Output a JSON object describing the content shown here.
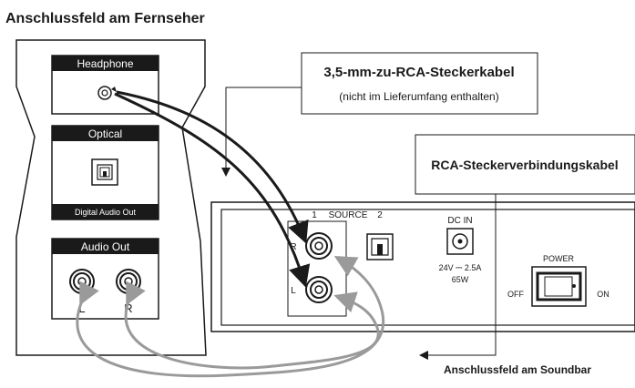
{
  "tv_panel": {
    "title": "Anschlussfeld am Fernseher",
    "headphone": {
      "label": "Headphone"
    },
    "optical": {
      "label": "Optical",
      "sublabel": "Digital Audio Out"
    },
    "audio_out": {
      "label": "Audio Out",
      "left": "L",
      "right": "R"
    }
  },
  "callouts": {
    "cable_35": {
      "title": "3,5-mm-zu-RCA-Steckerkabel",
      "note": "(nicht im Lieferumfang enthalten)"
    },
    "cable_rca": {
      "title": "RCA-Steckerverbindungskabel"
    }
  },
  "soundbar_panel": {
    "title": "Anschlussfeld am Soundbar",
    "source_label": "SOURCE",
    "source_1": "1",
    "source_2": "2",
    "jack_r": "R",
    "jack_l": "L",
    "dc_in": "DC IN",
    "rating_1": "24V ⎓ 2.5A",
    "rating_2": "65W",
    "power": "POWER",
    "off": "OFF",
    "on": "ON"
  },
  "colors": {
    "outline": "#1a1a1a",
    "label_bg": "#1a1a1a",
    "cable_black": "#1a1a1a",
    "cable_gray": "#9a9a9a"
  }
}
